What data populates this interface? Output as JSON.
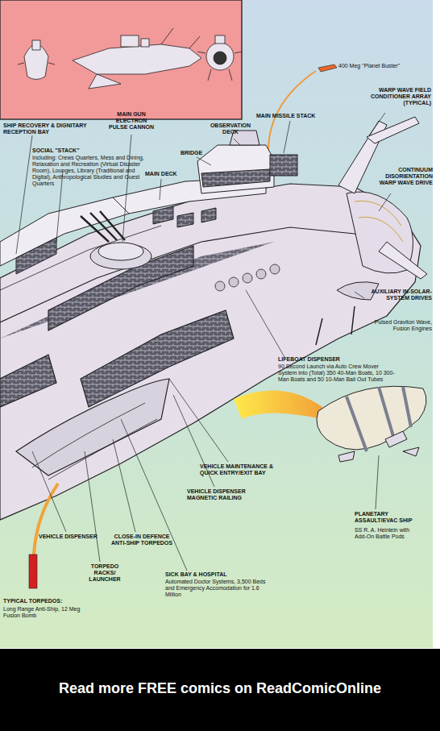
{
  "diagram": {
    "nodes": [
      {
        "text": [
          "Read more FREE comics on ReadComicOnline"
        ]
      }
    ],
    "labels": [
      "400 Meg \"Planet Buster\"",
      "WARP WAVE FIELD CONDITIONER ARRAY (TYPICAL)",
      "CONTINUUM DISORIENTATION WARP WAVE DRIVE",
      "MAIN MISSILE STACK",
      "OBSERVATION DECK",
      "BRIDGE",
      "MAIN GUN ELECTRON PULSE CANNON",
      "MAIN DECK",
      "SHIP RECOVERY & DIGNITARY RECEPTION BAY",
      "SOCIAL \"STACK\"",
      "Including: Crews Quarters, Mess and Dining, Relaxation and Recreation (Virtual Disaster Room), Lounges, Library (Traditional and Digital), Anthropological Studies and Guest Quarters",
      "AUXILIARY IN-SOLAR-SYSTEM DRIVES",
      "Pulsed Graviton Wave, Fusion Engines",
      "LIFEBOAT DISPENSER",
      "90 Second Launch via Auto Crew Mover System into (Total) 350 40-Man Boats, 10 300-Man Boats and 50 10-Man Bail Out Tubes",
      "VEHICLE MAINTENANCE & QUICK ENTRY/EXIT BAY",
      "VEHICLE DISPENSER MAGNETIC RAILING",
      "PLANETARY ASSAULT/EVAC SHIP",
      "SS R. A. Heinlein with Add-On Battle Pods",
      "VEHICLE DISPENSER",
      "CLOSE-IN DEFENCE ANTI-SHIP TORPEDOS",
      "TORPEDO RACKS/ LAUNCHER",
      "SICK BAY & HOSPITAL",
      "Automated Doctor Systems, 3,500 Beds and Emergency Accomodation for 1.6 Million",
      "TYPICAL TORPEDOS:",
      "Long Range Anti-Ship, 12 Meg Fusion Bomb"
    ]
  }
}
